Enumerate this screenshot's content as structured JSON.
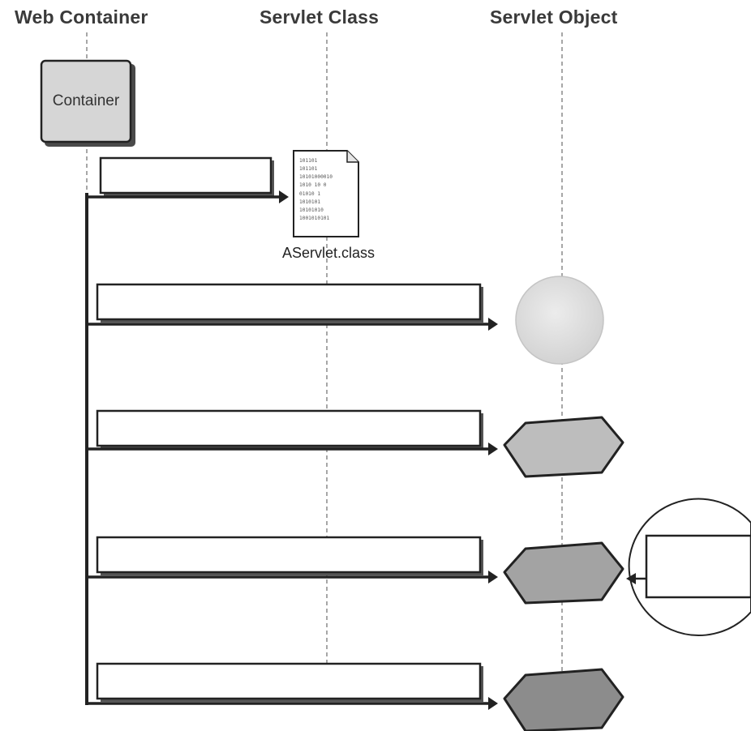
{
  "columns": {
    "web_container": "Web Container",
    "servlet_class": "Servlet Class",
    "servlet_object": "Servlet Object"
  },
  "container_box": {
    "label": "Container"
  },
  "class_file": {
    "name": "AServlet.class",
    "binary_lines": [
      "101101",
      "101101",
      "10101000010",
      "1010 10 0",
      "01010  1",
      "1010101",
      "10101010",
      "1001010101"
    ]
  },
  "colors": {
    "ink": "#222222",
    "lifeline": "#8a8a8a",
    "container_fill": "#d6d6d6",
    "sphere_fill": "#dedede",
    "object_light": "#bdbdbd",
    "object_mid": "#a3a3a3",
    "object_dark": "#8c8c8c"
  },
  "steps": [
    {
      "label": "",
      "target": "class-file"
    },
    {
      "label": "",
      "target": "sphere"
    },
    {
      "label": "",
      "target": "object-light"
    },
    {
      "label": "",
      "target": "object-mid"
    },
    {
      "label": "",
      "target": "object-dark"
    }
  ],
  "callout": {
    "label": ""
  }
}
